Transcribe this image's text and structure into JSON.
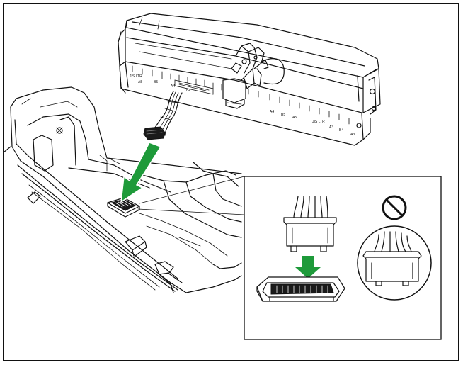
{
  "figure": {
    "arrow_color": "#1e9a3a",
    "prohibition_icon": "prohibition-icon"
  },
  "scale_labels": [
    "JIS LTR",
    "A5",
    "B5",
    "A4",
    "B4",
    "A4",
    "B5",
    "A5",
    "JIS LTR",
    "A3",
    "B4",
    "A3"
  ]
}
